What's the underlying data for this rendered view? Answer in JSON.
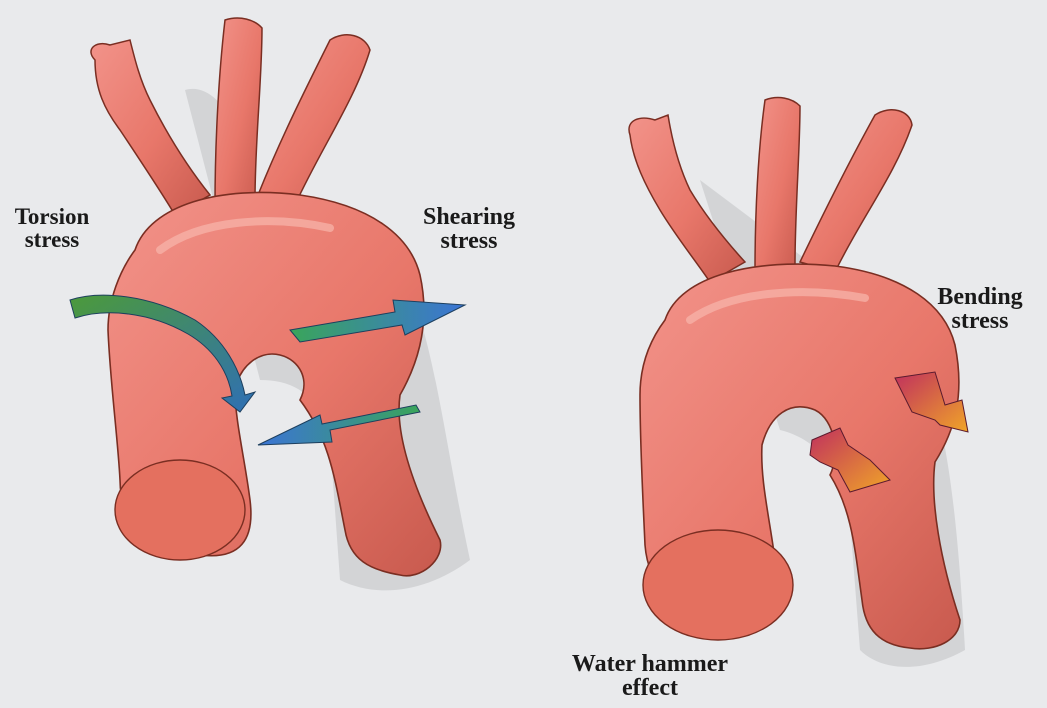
{
  "illustration": {
    "background_color": "#e9eaec",
    "vessel_color": "#e8786a",
    "vessel_outline_color": "#7a2e22",
    "shadow_color": "#c9cacd",
    "arrow_colors": {
      "torsion": [
        "#4c9a3a",
        "#2f6fb5"
      ],
      "shearing": [
        "#3b74d6",
        "#3aa55a"
      ],
      "bending": [
        "#c0305e",
        "#f0a528"
      ]
    }
  },
  "labels": {
    "torsion": {
      "line1": "Torsion",
      "line2": "stress"
    },
    "shearing": {
      "line1": "Shearing",
      "line2": "stress"
    },
    "bending": {
      "line1": "Bending",
      "line2": "stress"
    },
    "water_hammer": {
      "line1": "Water hammer",
      "line2": "effect"
    }
  }
}
